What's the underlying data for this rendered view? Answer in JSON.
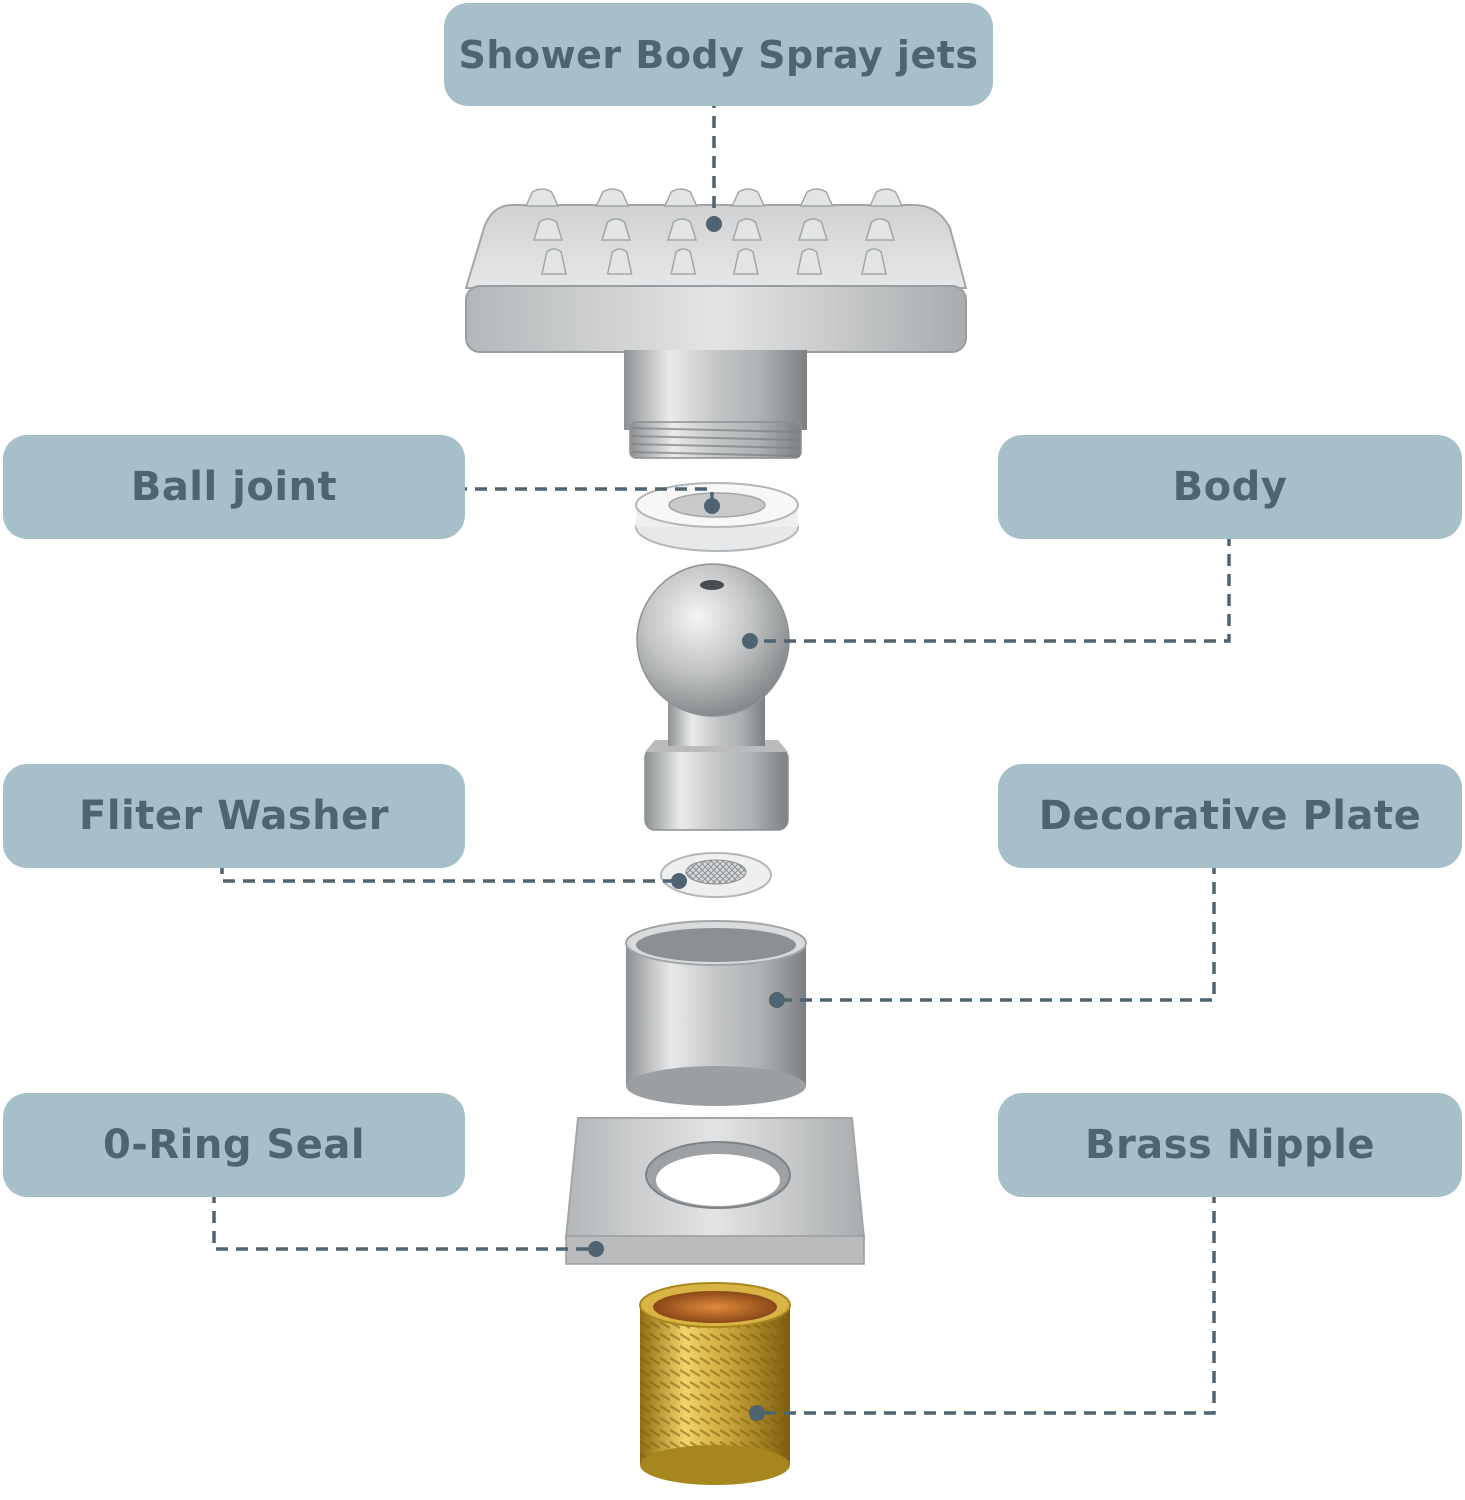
{
  "labels": {
    "spray_jets": "Shower Body Spray jets",
    "ball_joint": "Ball joint",
    "body": "Body",
    "filter_washer": "Fliter Washer",
    "decorative_plate": "Decorative Plate",
    "o_ring_seal": "0-Ring Seal",
    "brass_nipple": "Brass Nipple"
  },
  "colors": {
    "label_background": "#a7bfc8",
    "label_text": "#4f6470",
    "leader_line": "#4f6470",
    "metal": "#c9cbcc",
    "brass": "#c9a53a"
  }
}
